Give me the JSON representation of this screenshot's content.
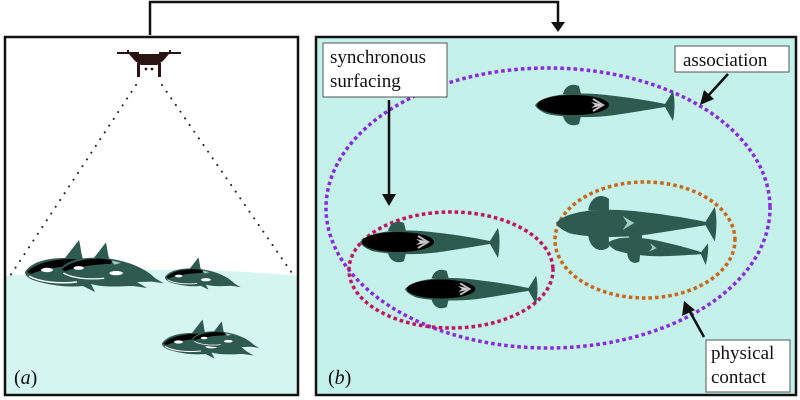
{
  "figure": {
    "panels": [
      {
        "id": "a",
        "label": "(a)",
        "italic_letter": "a",
        "description": "drone filming orcas at the sea surface"
      },
      {
        "id": "b",
        "label": "(b)",
        "italic_letter": "b",
        "description": "top-down view of orcas with interaction categories"
      }
    ],
    "annotations": {
      "synchronous_surfacing": [
        "synchronous",
        "surfacing"
      ],
      "association": [
        "association"
      ],
      "physical_contact": [
        "physical",
        "contact"
      ]
    },
    "colors": {
      "sky": "#ffffff",
      "water_a": "#d4f5f0",
      "water_b": "#c4f1ea",
      "orca_body": "#2f5a50",
      "orca_black": "#000000",
      "orca_patch": "#cccccc",
      "drone": "#2a1414",
      "association_ring": "#8a2be2",
      "synchronous_ring": "#c0145a",
      "contact_ring": "#c8681a",
      "border": "#111111"
    },
    "icons": [
      "drone-icon",
      "orca-icon",
      "arrow-icon"
    ]
  }
}
